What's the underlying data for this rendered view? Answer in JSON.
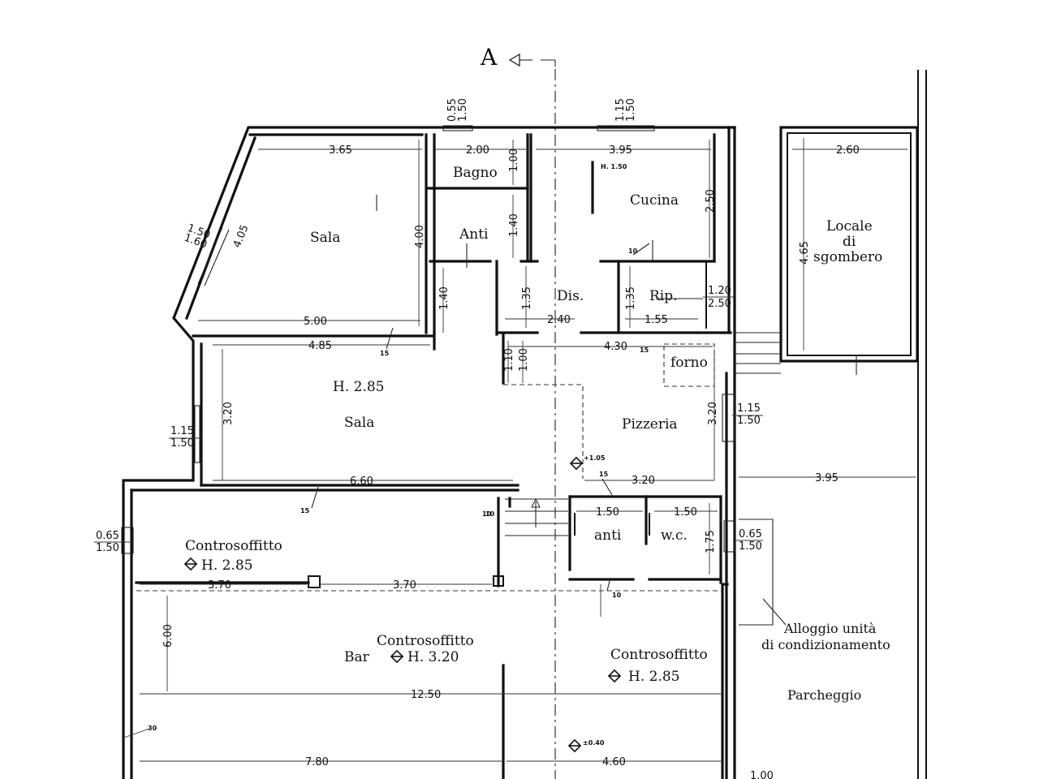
{
  "section_mark": {
    "letter": "A"
  },
  "rooms": {
    "sala_top": "Sala",
    "bagno": "Bagno",
    "anti_top": "Anti",
    "cucina": "Cucina",
    "locale_1": "Locale",
    "locale_2": "di",
    "locale_3": "sgombero",
    "dis": "Dis.",
    "rip": "Rip.",
    "forno": "forno",
    "sala_main_height": "H. 2.85",
    "sala_main": "Sala",
    "pizzeria": "Pizzeria",
    "controsoffitto_1": "Controsoffitto",
    "controsoffitto_1_h": "H. 2.85",
    "anti_bottom": "anti",
    "wc": "w.c.",
    "controsoffitto_2": "Controsoffitto",
    "bar": "Bar",
    "controsoffitto_2_h": "H. 3.20",
    "controsoffitto_3": "Controsoffitto",
    "controsoffitto_3_h": "H. 2.85",
    "alloggio_1": "Alloggio unità",
    "alloggio_2": "di condizionamento",
    "parcheggio": "Parcheggio"
  },
  "dimensions": {
    "d_365": "3.65",
    "d_200": "2.00",
    "d_395_top": "3.95",
    "d_260": "2.60",
    "d_100": "1.00",
    "d_140": "1.40",
    "d_250": "2.50",
    "d_400": "4.00",
    "d_405": "4.05",
    "d_465": "4.65",
    "d_135a": "1.35",
    "d_135b": "1.35",
    "d_500": "5.00",
    "d_240": "2.40",
    "d_155": "1.55",
    "d_140b": "1.40",
    "d_485": "4.85",
    "d_430": "4.30",
    "d_110": "1.10",
    "d_100b": "1.00",
    "d_320a": "3.20",
    "d_320b": "3.20",
    "d_660": "6.60",
    "d_320c": "3.20",
    "d_395_right": "3.95",
    "d_150a": "1.50",
    "d_150b": "1.50",
    "d_175": "1.75",
    "d_370a": "3.70",
    "d_370b": "3.70",
    "d_600": "6.00",
    "d_1250": "12.50",
    "d_780": "7.80",
    "d_460": "4.60",
    "d_100c": "1.00",
    "h_150": "H. 1.50",
    "lvl_105": "+1.05",
    "lvl_040": "±0.40"
  },
  "windows": {
    "w1a": "0.55",
    "w1b": "1.50",
    "w2a": "1.15",
    "w2b": "1.50",
    "w3a": "1.50",
    "w3b": "1.60",
    "w4a": "1.20",
    "w4b": "2.50",
    "w5a": "1.15",
    "w5b": "1.50",
    "w6a": "1.15",
    "w6b": "1.50",
    "w7a": "0.65",
    "w7b": "1.50",
    "w8a": "0.65",
    "w8b": "1.50"
  },
  "wall_marks": {
    "m1": "10",
    "m2": "15",
    "m3": "15",
    "m4": "15",
    "m5": "10",
    "m6": "15",
    "m7": "10",
    "m8": "10",
    "m9": "30"
  }
}
